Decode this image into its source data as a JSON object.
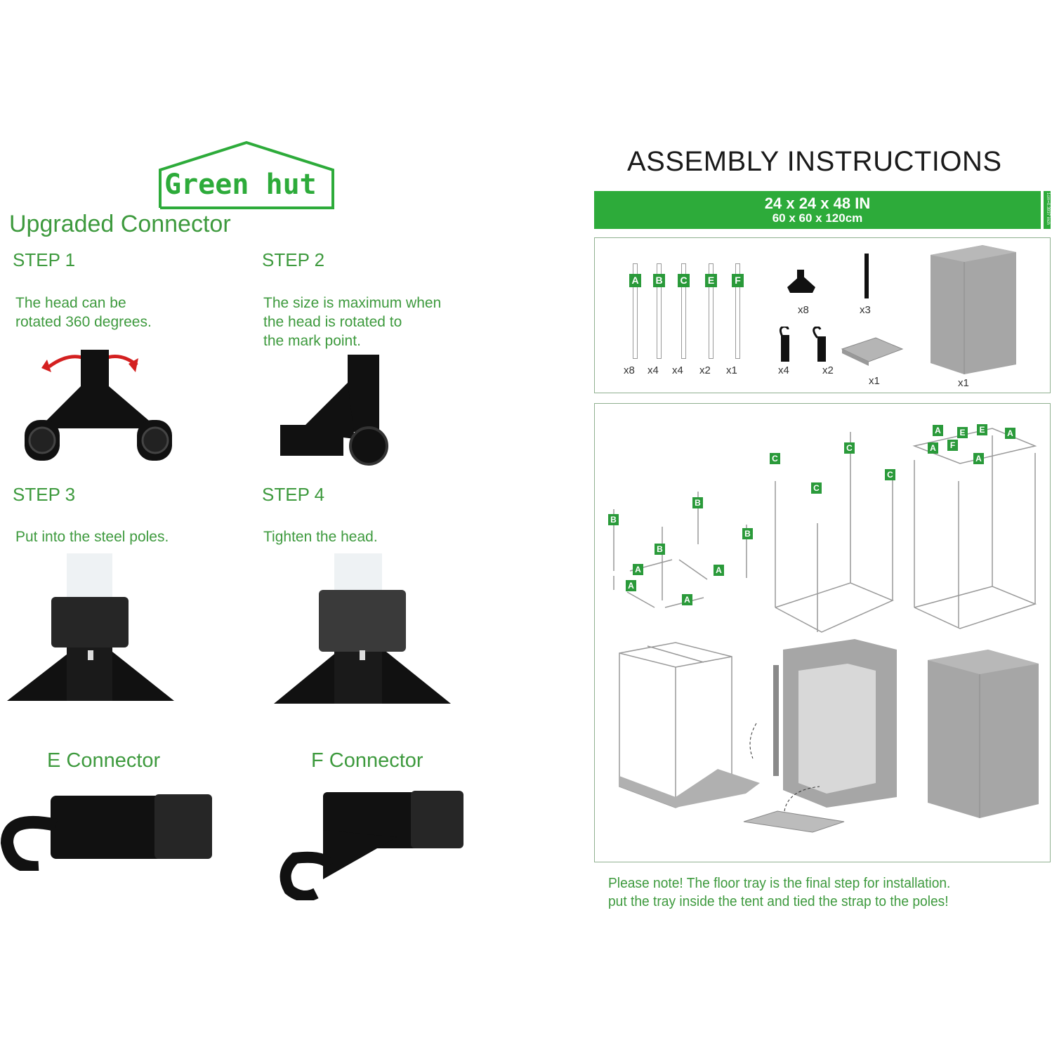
{
  "logo": {
    "text": "Green hut"
  },
  "left": {
    "heading": "Upgraded Connector",
    "steps": [
      {
        "title": "STEP 1",
        "text": [
          "The head can be",
          "rotated 360 degrees."
        ]
      },
      {
        "title": "STEP 2",
        "text": [
          "The size is maximum when",
          "the head is rotated to",
          "the mark point."
        ]
      },
      {
        "title": "STEP 3",
        "text": [
          "Put into the steel poles."
        ]
      },
      {
        "title": "STEP 4",
        "text": [
          "Tighten the head."
        ]
      }
    ],
    "connectors": [
      {
        "title": "E Connector"
      },
      {
        "title": "F Connector"
      }
    ]
  },
  "right": {
    "title": "ASSEMBLY INSTRUCTIONS",
    "size_in": "24 x 24 x 48 IN",
    "size_cm": "60 x 60 x 120cm",
    "conversion": "1cm=0.3937 inch",
    "poles": [
      {
        "label": "A",
        "qty": "x8"
      },
      {
        "label": "B",
        "qty": "x4"
      },
      {
        "label": "C",
        "qty": "x4"
      },
      {
        "label": "E",
        "qty": "x2"
      },
      {
        "label": "F",
        "qty": "x1"
      }
    ],
    "parts": {
      "corner_qty": "x8",
      "strap_qty": "x3",
      "e_hook_qty": "x4",
      "f_hook_qty": "x2",
      "tray_qty": "x1",
      "tent_qty": "x1"
    },
    "diagram_labels": [
      "B",
      "B",
      "B",
      "B",
      "A",
      "A",
      "A",
      "A",
      "C",
      "C",
      "C",
      "C",
      "A",
      "E",
      "E",
      "A",
      "A",
      "F",
      "A"
    ],
    "note": [
      "Please note! The floor tray is the final step for installation.",
      "put the tray inside the tent and tied the strap to the poles!"
    ]
  },
  "colors": {
    "brand_green": "#2dab3a",
    "text_green": "#3e9a3e",
    "tent_gray": "#a6a6a6"
  }
}
